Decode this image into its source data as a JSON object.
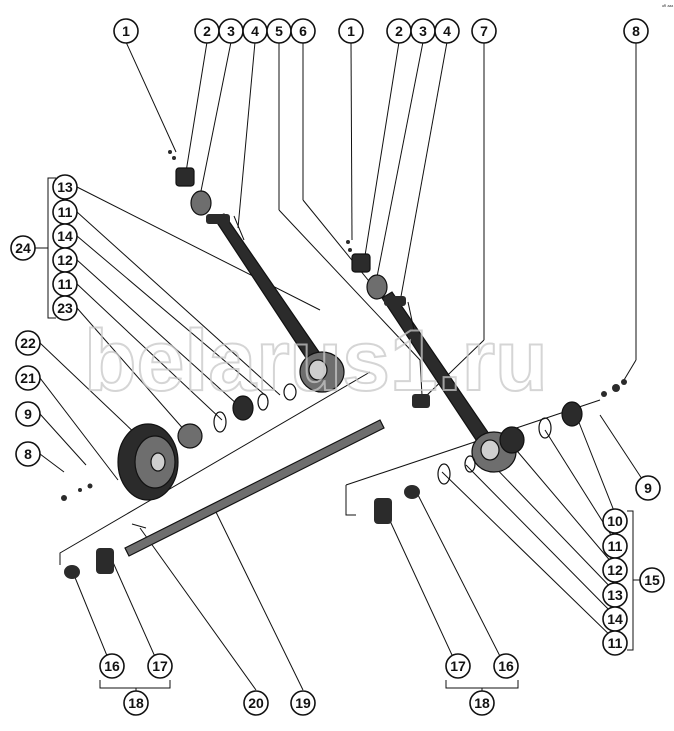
{
  "corner_mark": "ᵃᴿ ᵃᵃᵃ",
  "watermark": "belarus1.ru",
  "callouts": [
    {
      "id": "c1a",
      "label": "1"
    },
    {
      "id": "c2a",
      "label": "2"
    },
    {
      "id": "c3a",
      "label": "3"
    },
    {
      "id": "c4a",
      "label": "4"
    },
    {
      "id": "c5",
      "label": "5"
    },
    {
      "id": "c6",
      "label": "6"
    },
    {
      "id": "c1b",
      "label": "1"
    },
    {
      "id": "c2b",
      "label": "2"
    },
    {
      "id": "c3b",
      "label": "3"
    },
    {
      "id": "c4b",
      "label": "4"
    },
    {
      "id": "c7",
      "label": "7"
    },
    {
      "id": "c8a",
      "label": "8"
    },
    {
      "id": "c13a",
      "label": "13"
    },
    {
      "id": "c11a",
      "label": "11"
    },
    {
      "id": "c24",
      "label": "24"
    },
    {
      "id": "c14a",
      "label": "14"
    },
    {
      "id": "c12a",
      "label": "12"
    },
    {
      "id": "c11b",
      "label": "11"
    },
    {
      "id": "c23",
      "label": "23"
    },
    {
      "id": "c22",
      "label": "22"
    },
    {
      "id": "c21",
      "label": "21"
    },
    {
      "id": "c9a",
      "label": "9"
    },
    {
      "id": "c8b",
      "label": "8"
    },
    {
      "id": "c9b",
      "label": "9"
    },
    {
      "id": "c10",
      "label": "10"
    },
    {
      "id": "c11c",
      "label": "11"
    },
    {
      "id": "c12b",
      "label": "12"
    },
    {
      "id": "c15",
      "label": "15"
    },
    {
      "id": "c13b",
      "label": "13"
    },
    {
      "id": "c14b",
      "label": "14"
    },
    {
      "id": "c11d",
      "label": "11"
    },
    {
      "id": "c16a",
      "label": "16"
    },
    {
      "id": "c17a",
      "label": "17"
    },
    {
      "id": "c18a",
      "label": "18"
    },
    {
      "id": "c20",
      "label": "20"
    },
    {
      "id": "c19",
      "label": "19"
    },
    {
      "id": "c17b",
      "label": "17"
    },
    {
      "id": "c16b",
      "label": "16"
    },
    {
      "id": "c18b",
      "label": "18"
    }
  ]
}
